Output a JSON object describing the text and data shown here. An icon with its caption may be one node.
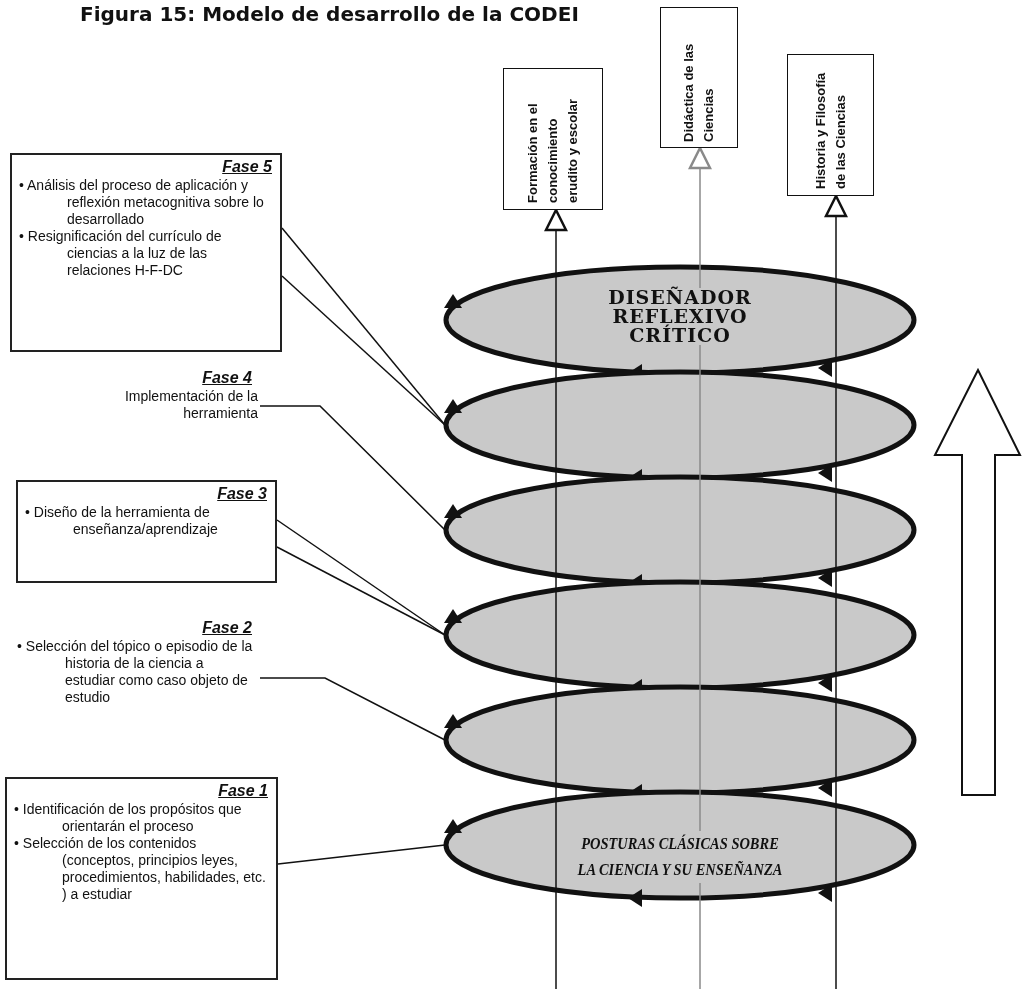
{
  "diagram": {
    "title": "Figura 15: Modelo de desarrollo de la CODEI",
    "nodes": [
      {
        "text": [
          "Fase 5",
          "• Análisis del proceso de aplicación y reflexión metacognitiva sobre lo desarrollado",
          "• Resignificación del currículo de ciencias a la luz de las relaciones H-F-DC"
        ]
      },
      {
        "text": [
          "Fase 4",
          "Implementación de la herramienta"
        ]
      },
      {
        "text": [
          "Fase 3",
          "• Diseño de la herramienta de enseñanza/aprendizaje"
        ]
      },
      {
        "text": [
          "Fase 2",
          "• Selección del tópico o episodio de la historia de la ciencia a estudiar como caso objeto de estudio"
        ]
      },
      {
        "text": [
          "Fase 1",
          "• Identificación de los propósitos que orientarán el proceso",
          "• Selección de los contenidos (conceptos, principios leyes, procedimientos, habilidades, etc. ) a estudiar"
        ]
      },
      {
        "text": [
          "Formación en el conocimiento erudito y escolar"
        ]
      },
      {
        "text": [
          "Didáctica de las Ciencias"
        ]
      },
      {
        "text": [
          "Historia y Filosofía de las Ciencias"
        ]
      },
      {
        "text": [
          "DISEÑADOR REFLEXIVO CRÍTICO"
        ]
      },
      {
        "text": [],
        "shape": "ellipse"
      },
      {
        "text": [],
        "shape": "ellipse"
      },
      {
        "text": [],
        "shape": "ellipse"
      },
      {
        "text": [],
        "shape": "ellipse"
      },
      {
        "text": [
          "POSTURAS CLÁSICAS SOBRE LA CIENCIA Y SU ENSEÑANZA"
        ]
      }
    ],
    "edges": [
      {
        "from": 0,
        "to": 9,
        "arrow": "none"
      },
      {
        "from": 0,
        "to": 9,
        "arrow": "none"
      },
      {
        "from": 1,
        "to": 10,
        "arrow": "none"
      },
      {
        "from": 2,
        "to": 11,
        "arrow": "none"
      },
      {
        "from": 2,
        "to": 11,
        "arrow": "none"
      },
      {
        "from": 3,
        "to": 12,
        "arrow": "none"
      },
      {
        "from": 4,
        "to": 13,
        "arrow": "none"
      },
      {
        "from": null,
        "to": 5,
        "arrow": "to"
      },
      {
        "from": null,
        "to": 6,
        "arrow": "to",
        "color": "#8a8a8a"
      },
      {
        "from": null,
        "to": 7,
        "arrow": "to"
      }
    ]
  }
}
